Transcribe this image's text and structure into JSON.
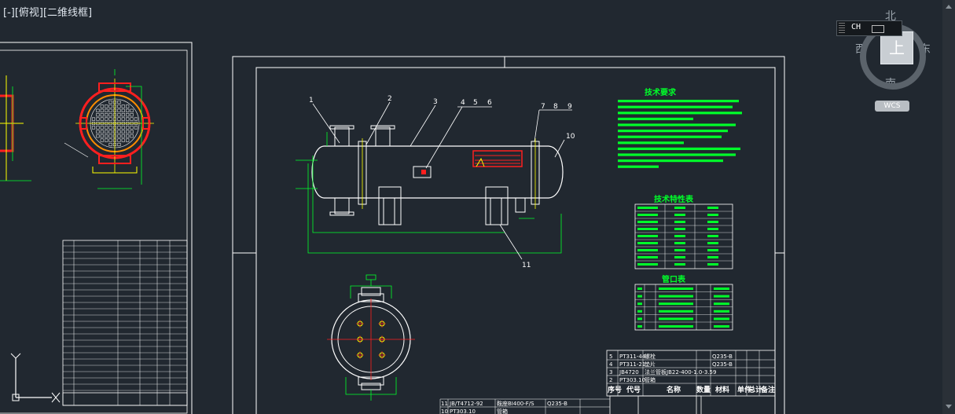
{
  "viewport": {
    "label": "[-][俯视][二维线框]"
  },
  "viewcube": {
    "north": "北",
    "south": "南",
    "east": "东",
    "west": "西",
    "face": "上",
    "wcs": "WCS"
  },
  "ime": {
    "lang": "CH"
  },
  "drawing": {
    "tech_req_title": "技术要求",
    "tech_char_title": "技术特性表",
    "nozzle_title": "管口表",
    "callouts": [
      "1",
      "2",
      "3",
      "4",
      "5",
      "6",
      "7",
      "8",
      "9",
      "10",
      "11"
    ],
    "bom_rows": [
      {
        "no": "5",
        "code": "PT311-44",
        "name": "螺栓",
        "qty": "",
        "mat": "Q235-B"
      },
      {
        "no": "4",
        "code": "PT311-21",
        "name": "垫片",
        "qty": "",
        "mat": "Q235-B"
      },
      {
        "no": "3",
        "code": "JB4720",
        "name": "法兰管板JB22-400-1.0-3.59",
        "qty": "",
        "mat": ""
      },
      {
        "no": "2",
        "code": "PT303.10",
        "name": "管箱",
        "qty": "",
        "mat": ""
      }
    ],
    "bom_header": [
      "序号",
      "代号",
      "名称",
      "数量",
      "材料",
      "单件",
      "总计",
      "备注"
    ],
    "lower_rows": [
      {
        "no": "11",
        "code": "JB/T4712-92",
        "desc": "鞍座BI400-F/S",
        "mat": "Q235-B"
      },
      {
        "no": "10",
        "code": "PT303.10",
        "desc": "管箱",
        "mat": ""
      }
    ]
  },
  "colors": {
    "background": "#212830",
    "green": "#00ff2a",
    "white": "#ffffff",
    "red": "#ff1f1f",
    "yellow": "#ffff00",
    "cyan": "#00e5ff",
    "orange": "#ff8c00",
    "magenta": "#ff00ff"
  }
}
